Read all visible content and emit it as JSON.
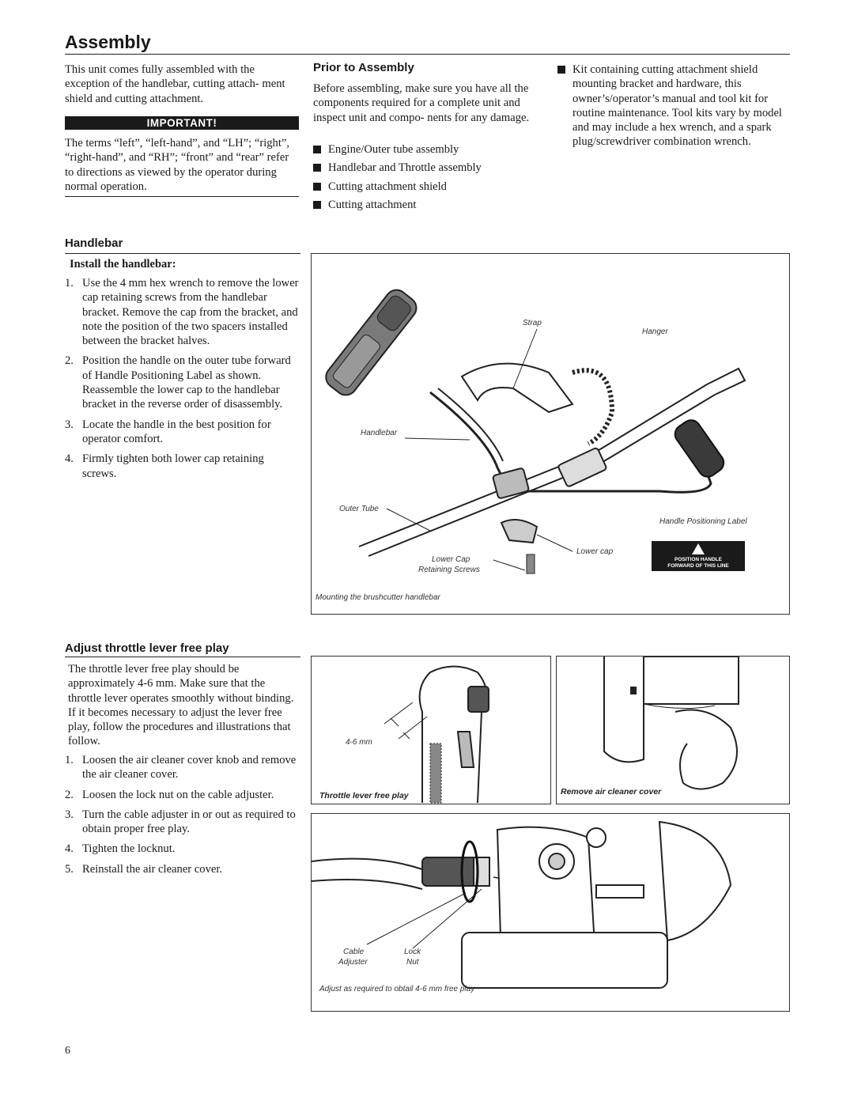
{
  "page": {
    "title": "Assembly",
    "page_number": "6"
  },
  "intro": {
    "text": "This unit comes fully assembled with the exception of the handlebar, cutting attach- ment shield and cutting attachment.",
    "important_label": "IMPORTANT!",
    "important_text": "The terms “left”, “left-hand”, and “LH”; “right”, “right-hand”, and “RH”; “front” and “rear” refer to directions as viewed by the operator during normal operation."
  },
  "prior": {
    "heading": "Prior to Assembly",
    "text": "Before assembling, make sure you have all the components required for a complete unit and inspect unit and compo- nents for any damage.",
    "items": [
      "Engine/Outer tube assembly",
      "Handlebar and Throttle assembly",
      "Cutting attachment shield",
      "Cutting attachment"
    ],
    "kit_item": "Kit containing cutting attachment shield mounting bracket and hardware, this owner’s/operator’s manual and tool kit for routine maintenance. Tool kits vary by model and may include a hex wrench, and a spark plug/screwdriver combination wrench."
  },
  "handlebar": {
    "heading": "Handlebar",
    "subheading": "Install the handlebar:",
    "steps": [
      {
        "num": "1.",
        "text": "Use the 4 mm hex wrench to remove the lower cap retaining screws from the handlebar bracket. Remove the cap from the bracket, and note the position of the two spacers installed between the bracket halves."
      },
      {
        "num": "2.",
        "text": "Position the handle on the outer tube forward of Handle Positioning Label as shown. Reassemble the lower cap to the handlebar bracket in the reverse order of disassembly."
      },
      {
        "num": "3.",
        "text": "Locate the handle in the best position for operator comfort."
      },
      {
        "num": "4.",
        "text": "Firmly tighten both lower cap retaining screws."
      }
    ],
    "figure": {
      "labels": {
        "strap": "Strap",
        "hanger": "Hanger",
        "handlebar": "Handlebar",
        "outer_tube": "Outer Tube",
        "handle_positioning_label": "Handle Positioning Label",
        "lower_cap": "Lower cap",
        "lower_cap_screws_1": "Lower Cap",
        "lower_cap_screws_2": "Retaining Screws",
        "decal_line1": "POSITION HANDLE",
        "decal_line2": "FORWARD OF THIS LINE"
      },
      "caption": "Mounting the brushcutter handlebar"
    }
  },
  "throttle": {
    "heading": "Adjust throttle lever free play",
    "text": "The throttle lever free play should be approximately 4-6 mm. Make sure that the throttle lever operates smoothly without binding. If it becomes necessary to adjust the lever free play, follow the procedures and illustrations that follow.",
    "steps": [
      {
        "num": "1.",
        "text": "Loosen the air cleaner cover knob and remove the air cleaner cover."
      },
      {
        "num": "2.",
        "text": "Loosen the lock nut on the cable adjuster."
      },
      {
        "num": "3.",
        "text": "Turn the cable adjuster in or out as required to obtain proper free play."
      },
      {
        "num": "4.",
        "text": "Tighten the locknut."
      },
      {
        "num": "5.",
        "text": "Reinstall the air cleaner cover."
      }
    ],
    "fig_lever": {
      "measure": "4-6 mm",
      "caption": "Throttle lever free play"
    },
    "fig_cover": {
      "caption": "Remove air cleaner cover"
    },
    "fig_cable": {
      "label_cable_1": "Cable",
      "label_cable_2": "Adjuster",
      "label_lock_1": "Lock",
      "label_lock_2": "Nut",
      "caption": "Adjust as required to obtail 4-6 mm free play"
    }
  }
}
